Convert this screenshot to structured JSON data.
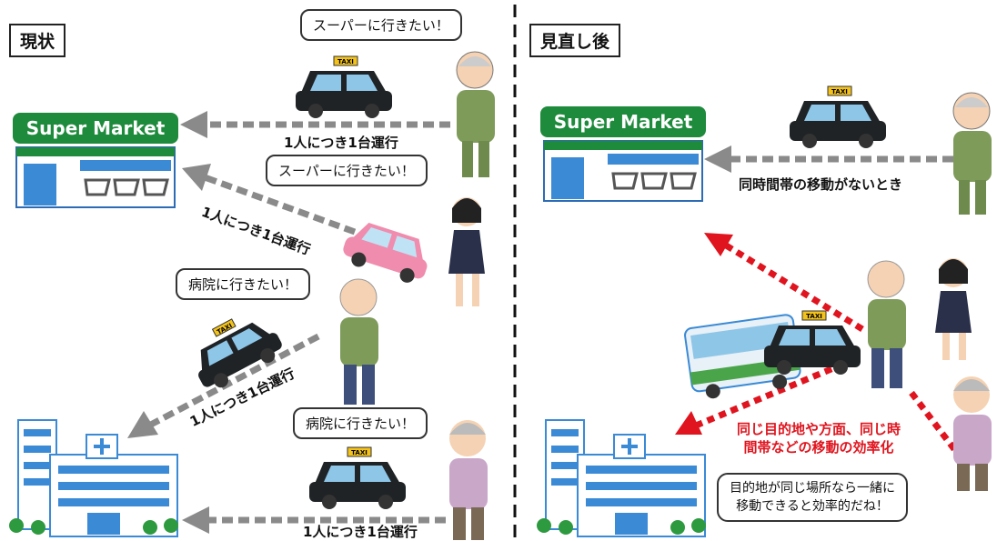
{
  "left": {
    "label": "現状",
    "bubbles": [
      "スーパーに行きたい！",
      "スーパーに行きたい！",
      "病院に行きたい！",
      "病院に行きたい！"
    ],
    "captions": [
      "1人につき1台運行",
      "1人につき1台運行",
      "1人につき1台運行",
      "1人につき1台運行"
    ]
  },
  "right": {
    "label": "見直し後",
    "caption": "同時間帯の移動がないとき",
    "red_line1": "同じ目的地や方面、同じ時",
    "red_line2": "間帯などの移動の効率化",
    "speech_line1": "目的地が同じ場所なら一緒に",
    "speech_line2": "移動できると効率的だね！"
  },
  "store_sign": "Super Market",
  "taxi_sign": "TAXI",
  "colors": {
    "store_green": "#1e8a3c",
    "arrow_gray": "#8a8a8a",
    "arrow_red": "#e0141e",
    "taxi": "#1f2326",
    "building_blue": "#3a8ad6"
  }
}
